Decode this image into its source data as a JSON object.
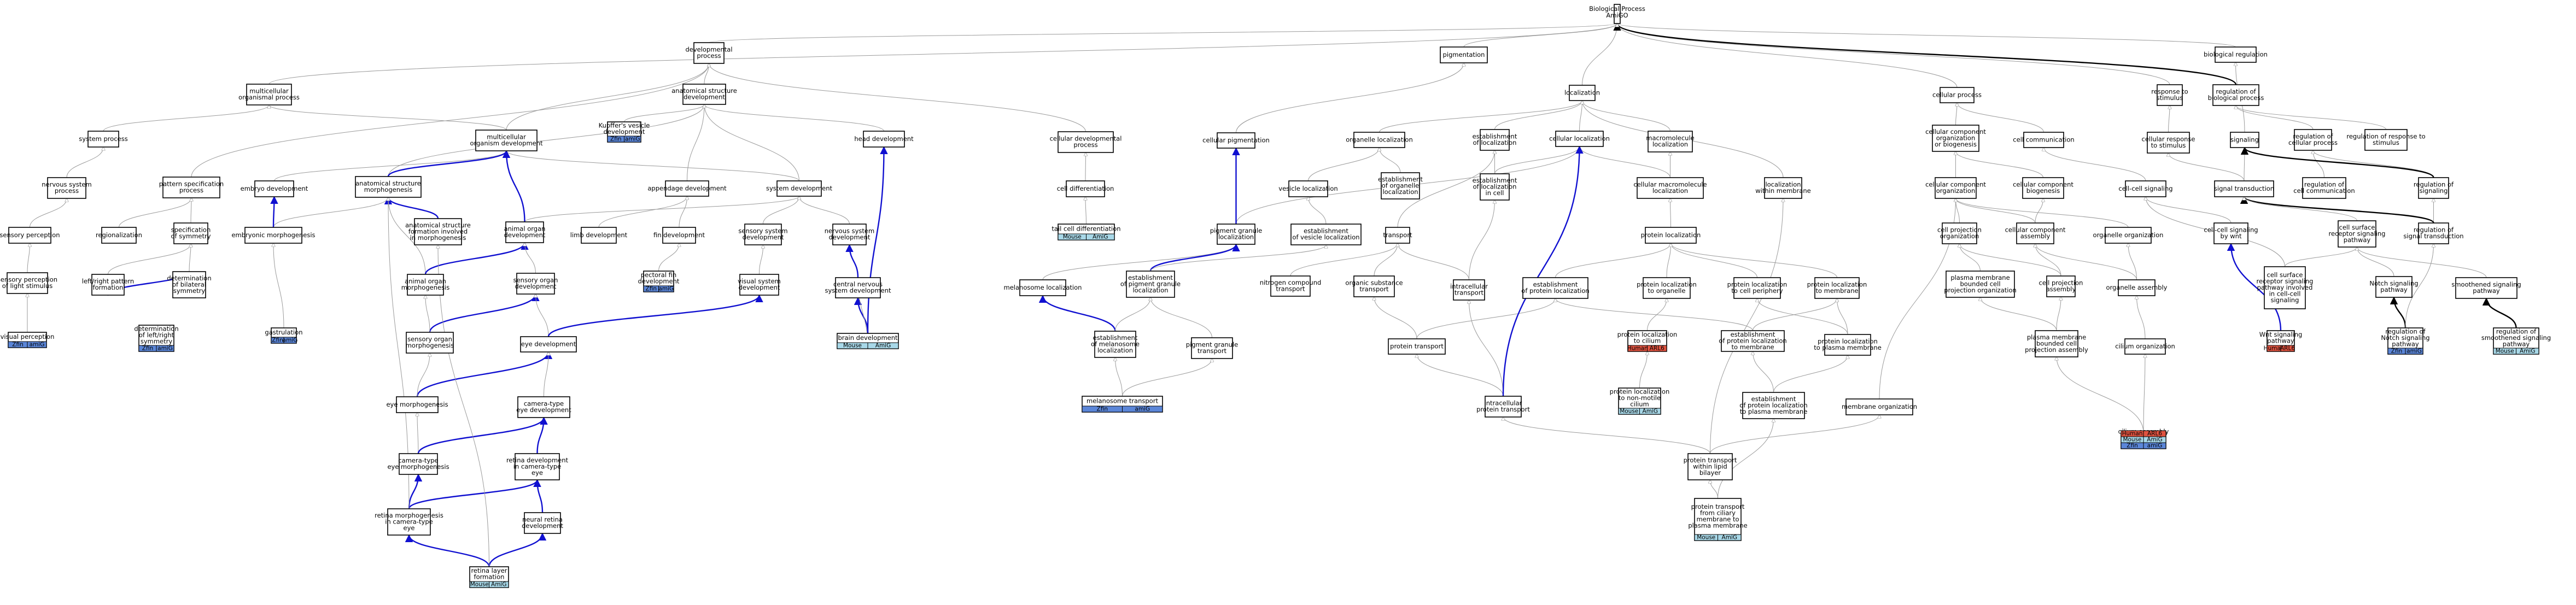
{
  "colors": {
    "mouse": "#a8d8e8",
    "zfin": "#5b86d8",
    "human": "#e05340",
    "edge_gray": "#9a9a9a",
    "edge_blue": "#1010d0",
    "edge_black": "#000000"
  },
  "nodes": {
    "root": [
      "Biological Process",
      "AmiGO"
    ],
    "devproc": [
      "developmental",
      "process"
    ],
    "pigmentation": [
      "pigmentation"
    ],
    "bioreg": [
      "biological regulation"
    ],
    "mcop": [
      "multicellular",
      "organismal process"
    ],
    "asd": [
      "anatomical structure",
      "development"
    ],
    "localization": [
      "localization"
    ],
    "cellproc": [
      "cellular process"
    ],
    "respstim": [
      "response to",
      "stimulus"
    ],
    "regbio": [
      "regulation of",
      "biological process"
    ],
    "sysproc": [
      "system process"
    ],
    "kupffer": [
      "Kupffer's vesicle",
      "development"
    ],
    "mcod": [
      "multicellular",
      "organism development"
    ],
    "headdev": [
      "head development"
    ],
    "celldevproc": [
      "cellular developmental",
      "process"
    ],
    "cellpig": [
      "cellular pigmentation"
    ],
    "organelleloc": [
      "organelle localization"
    ],
    "estloc": [
      "establishment",
      "of localization"
    ],
    "cellloc": [
      "cellular localization"
    ],
    "macroloc": [
      "macromolecule",
      "localization"
    ],
    "ccob": [
      "cellular component",
      "organization",
      "or biogenesis"
    ],
    "cellcomm": [
      "cell communication"
    ],
    "cellresp": [
      "cellular response",
      "to stimulus"
    ],
    "signaling": [
      "signaling"
    ],
    "regcellproc": [
      "regulation of",
      "cellular process"
    ],
    "regresp": [
      "regulation of response to",
      "stimulus"
    ],
    "nsp": [
      "nervous system",
      "process"
    ],
    "patspec": [
      "pattern specification",
      "process"
    ],
    "embdev": [
      "embryo development"
    ],
    "asm": [
      "anatomical structure",
      "morphogenesis"
    ],
    "appdev": [
      "appendage development"
    ],
    "sysdev": [
      "system development"
    ],
    "celldiff": [
      "cell differentiation"
    ],
    "vesloc": [
      "vesicle localization"
    ],
    "estorgloc": [
      "establishment",
      "of organelle",
      "localization"
    ],
    "estlocincell": [
      "establishment",
      "of localization",
      "in cell"
    ],
    "cellmacroloc": [
      "cellular macromolecule",
      "localization"
    ],
    "locwithinmem": [
      "localization",
      "within membrane"
    ],
    "cco": [
      "cellular component",
      "organization"
    ],
    "ccbio": [
      "cellular component",
      "biogenesis"
    ],
    "cellcellsig": [
      "cell-cell signaling"
    ],
    "sigtrans": [
      "signal transduction"
    ],
    "regcellcomm": [
      "regulation of",
      "cell communication"
    ],
    "regsig": [
      "regulation of",
      "signaling"
    ],
    "sensperc": [
      "sensory perception"
    ],
    "regionalization": [
      "regionalization"
    ],
    "specsym": [
      "specification",
      "of symmetry"
    ],
    "embmorph": [
      "embryonic morphogenesis"
    ],
    "asfim": [
      "anatomical structure",
      "formation involved",
      "in morphogenesis"
    ],
    "animalorgandev": [
      "animal organ",
      "development"
    ],
    "limbdev": [
      "limb development"
    ],
    "findev": [
      "fin development"
    ],
    "senssysdev": [
      "sensory system",
      "development"
    ],
    "nsd": [
      "nervous system",
      "development"
    ],
    "tcd": [
      "tail cell differentiation"
    ],
    "pgl": [
      "pigment granule",
      "localization"
    ],
    "estvesloc": [
      "establishment",
      "of vesicle localization"
    ],
    "transport": [
      "transport"
    ],
    "proteinloc": [
      "protein localization"
    ],
    "cellprojorg": [
      "cell projection",
      "organization"
    ],
    "ccassembly": [
      "cellular component",
      "assembly"
    ],
    "organelleorg": [
      "organelle organization"
    ],
    "cellcellsigwnt": [
      "cell-cell signaling",
      "by wnt"
    ],
    "regsigtrans": [
      "regulation of",
      "signal transduction"
    ],
    "csrsp": [
      "cell surface",
      "receptor signaling",
      "pathway"
    ],
    "spots": [
      "sensory perception",
      "of light stimulus"
    ],
    "lrpf": [
      "left/right pattern",
      "formation"
    ],
    "dbs": [
      "determination",
      "of bilateral",
      "symmetry"
    ],
    "aom": [
      "animal organ",
      "morphogenesis"
    ],
    "sod": [
      "sensory organ",
      "development"
    ],
    "pectoral": [
      "pectoral fin",
      "development"
    ],
    "vsd": [
      "visual system",
      "development"
    ],
    "cnsd": [
      "central nervous",
      "system development"
    ],
    "melloc": [
      "melanosome localization"
    ],
    "epgl": [
      "establishment",
      "of pigment granule",
      "localization"
    ],
    "nct": [
      "nitrogen compound",
      "transport"
    ],
    "ost": [
      "organic substance",
      "transport"
    ],
    "ict": [
      "intracellular",
      "transport"
    ],
    "epl": [
      "establishment",
      "of protein localization"
    ],
    "plo": [
      "protein localization",
      "to organelle"
    ],
    "plcp": [
      "protein localization",
      "to cell periphery"
    ],
    "pltm": [
      "protein localization",
      "to membrane"
    ],
    "pmbcpo": [
      "plasma membrane",
      "bounded cell",
      "projection organization"
    ],
    "cpa": [
      "cell projection",
      "assembly"
    ],
    "oa": [
      "organelle assembly"
    ],
    "cspirecs": [
      "cell surface",
      "receptor signaling",
      "pathway involved",
      "in cell-cell",
      "signaling"
    ],
    "notch": [
      "Notch signaling",
      "pathway"
    ],
    "smo": [
      "smoothened signaling",
      "pathway"
    ],
    "visperc": [
      "visual perception"
    ],
    "dlrs": [
      "determination",
      "of left/right",
      "symmetry"
    ],
    "gastrulation": [
      "gastrulation"
    ],
    "som": [
      "sensory organ",
      "morphogenesis"
    ],
    "eyedev": [
      "eye development"
    ],
    "braindev": [
      "brain development"
    ],
    "eml": [
      "establishment",
      "of melanosome",
      "localization"
    ],
    "pgt": [
      "pigment granule",
      "transport"
    ],
    "proteintransport": [
      "protein transport"
    ],
    "plcilium": [
      "protein localization",
      "to cilium"
    ],
    "eplm": [
      "establishment",
      "of protein localization",
      "to membrane"
    ],
    "plpm": [
      "protein localization",
      "to plasma membrane"
    ],
    "pmbcpa": [
      "plasma membrane",
      "bounded cell",
      "projection assembly"
    ],
    "cilorg": [
      "cilium organization"
    ],
    "wnt": [
      "Wnt signaling",
      "pathway"
    ],
    "regnotch": [
      "regulation of",
      "Notch signaling",
      "pathway"
    ],
    "regsmo": [
      "regulation of",
      "smoothened signaling",
      "pathway"
    ],
    "eyemorph": [
      "eye morphogenesis"
    ],
    "camdev": [
      "camera-type",
      "eye development"
    ],
    "meltransport": [
      "melanosome transport"
    ],
    "ipt": [
      "intracellular",
      "protein transport"
    ],
    "plnmc": [
      "protein localization",
      "to non-motile",
      "cilium"
    ],
    "eplpm": [
      "establishment",
      "of protein localization",
      "to plasma membrane"
    ],
    "memorg": [
      "membrane organization"
    ],
    "ciliumassembly": [
      "cilium assembly"
    ],
    "cameramorph": [
      "camera-type",
      "eye morphogenesis"
    ],
    "rdcam": [
      "retina development",
      "in camera-type",
      "eye"
    ],
    "ptwlb": [
      "protein transport",
      "within lipid",
      "bilayer"
    ],
    "rmcam": [
      "retina morphogenesis",
      "in camera-type",
      "eye"
    ],
    "nrd": [
      "neural retina",
      "development"
    ],
    "ptcm": [
      "protein transport",
      "from ciliary",
      "membrane to",
      "plasma membrane"
    ],
    "rlf": [
      "retina layer",
      "formation"
    ]
  },
  "badge_labels": {
    "Mouse": "Mouse",
    "AmiGO": "AmiG",
    "ZFIN": "Zfin",
    "amiGO_lower": "amiG",
    "Human": "Human",
    "ARL6": "ARL6"
  }
}
